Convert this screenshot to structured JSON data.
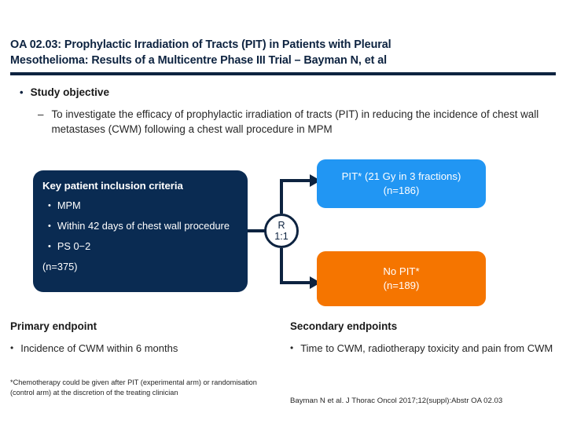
{
  "slide": {
    "title_lines": [
      "OA 02.03: Prophylactic Irradiation of Tracts (PIT) in Patients with Pleural",
      "Mesothelioma: Results of a Multicentre Phase III Trial – Bayman N, et al"
    ],
    "objective": {
      "heading": "Study objective",
      "bullet_marker": "•",
      "sub_marker": "–",
      "sub_text": "To investigate the efficacy of prophylactic irradiation of tracts (PIT) in reducing the incidence of chest wall metastases (CWM) following a chest wall procedure in MPM"
    },
    "criteria": {
      "title": "Key patient inclusion criteria",
      "bullet_marker": "•",
      "items": [
        "MPM",
        "Within 42 days of chest wall procedure",
        "PS 0−2"
      ],
      "total": "(n=375)"
    },
    "randomisation": {
      "label": "R",
      "ratio": "1:1"
    },
    "arms": [
      {
        "name": "experimental-arm",
        "line1": "PIT* (21 Gy in 3 fractions)",
        "line2": "(n=186)"
      },
      {
        "name": "control-arm",
        "line1": "No PIT*",
        "line2": "(n=189)"
      }
    ],
    "endpoints": {
      "primary": {
        "heading": "Primary endpoint",
        "bullet_marker": "•",
        "item": "Incidence of CWM within 6 months"
      },
      "secondary": {
        "heading": "Secondary endpoints",
        "bullet_marker": "•",
        "item": "Time to CWM, radiotherapy toxicity and pain from CWM"
      }
    },
    "footnote": "*Chemotherapy could be given after PIT (experimental arm) or randomisation (control arm) at the discretion of the treating clinician",
    "citation": "Bayman N et al. J Thorac Oncol 2017;12(suppl):Abstr OA 02.03",
    "colors": {
      "navy": "#0A2B52",
      "title_navy": "#0D2340",
      "blue": "#2196F3",
      "orange": "#F57500"
    }
  }
}
